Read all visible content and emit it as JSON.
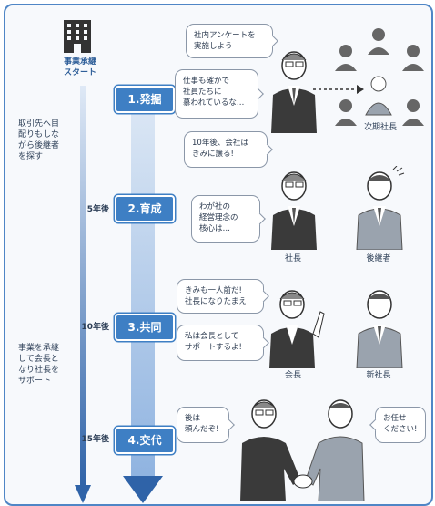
{
  "start": {
    "label": "事業承継\nスタート"
  },
  "timeline_notes": {
    "note1": "取引先へ目\n配りもしな\nがら後継者\nを探す",
    "note2": "事業を承継\nして会長と\nなり社長を\nサポート"
  },
  "years": [
    "5年後",
    "10年後",
    "15年後"
  ],
  "stages": [
    {
      "label": "1.発掘"
    },
    {
      "label": "2.育成"
    },
    {
      "label": "3.共同"
    },
    {
      "label": "4.交代"
    }
  ],
  "bubbles": {
    "s1_a": "社内アンケートを\n実施しよう",
    "s1_b": "仕事も確かで\n社員たちに\n慕われているな…",
    "s1_c": "10年後、会社は\nきみに譲る!",
    "s2_a": "わが社の\n経営理念の\n核心は…",
    "s3_a": "きみも一人前だ!\n社長になりたまえ!",
    "s3_b": "私は会長として\nサポートするよ!",
    "s4_a": "後は\n頼んだぞ!",
    "s4_b": "お任せ\nください!"
  },
  "captions": {
    "next_president": "次期社長",
    "president": "社長",
    "successor": "後継者",
    "chairman": "会長",
    "new_president": "新社長"
  },
  "colors": {
    "accent": "#3e7fc4",
    "arrow_light": "#b9d1ee",
    "arrow_dark": "#2f63a8",
    "frame": "#4f86c6"
  }
}
